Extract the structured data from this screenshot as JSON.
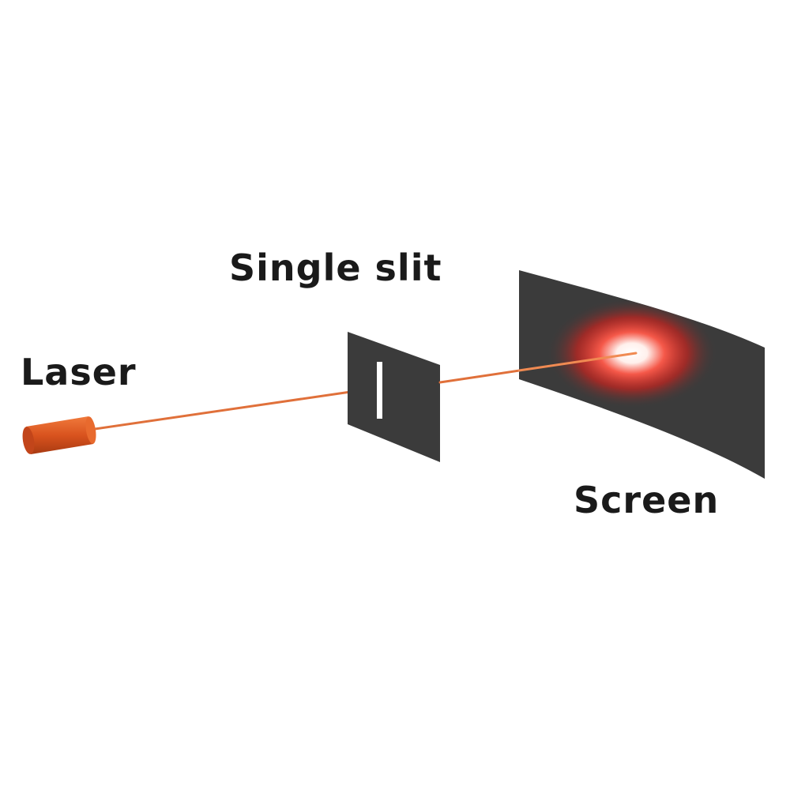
{
  "labels": {
    "single_slit": "Single slit",
    "laser": "Laser",
    "screen": "Screen"
  },
  "colors": {
    "laser_body": "#d9531e",
    "laser_beam": "#e0703a",
    "panel": "#3b3b3b",
    "slit_opening": "#ffffff",
    "diffraction_glow": "#ff2a2a",
    "label_text": "#1a1a1a"
  }
}
